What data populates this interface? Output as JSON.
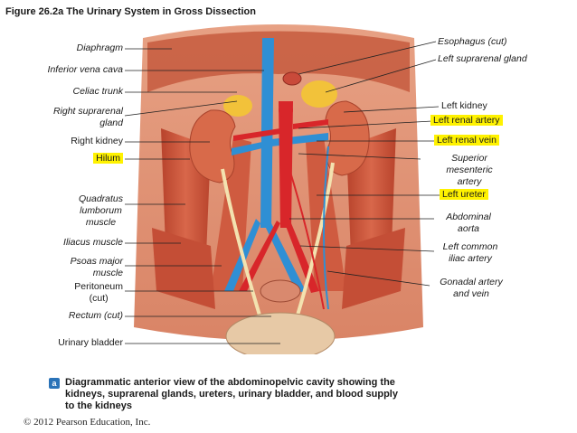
{
  "figure_title": "Figure 26.2a  The Urinary System in Gross Dissection",
  "labels_left": {
    "diaphragm": "Diaphragm",
    "inferior_vena_cava": "Inferior vena cava",
    "celiac_trunk": "Celiac trunk",
    "right_suprarenal_gland_1": "Right suprarenal",
    "right_suprarenal_gland_2": "gland",
    "right_kidney": "Right kidney",
    "hilum": "Hilum",
    "quadratus_1": "Quadratus",
    "quadratus_2": "lumborum",
    "quadratus_3": "muscle",
    "iliacus_muscle": "Iliacus muscle",
    "psoas_1": "Psoas major",
    "psoas_2": "muscle",
    "peritoneum_1": "Peritoneum",
    "peritoneum_2": "(cut)",
    "rectum": "Rectum (cut)",
    "urinary_bladder": "Urinary bladder"
  },
  "labels_right": {
    "esophagus": "Esophagus (cut)",
    "left_suprarenal_gland": "Left suprarenal gland",
    "left_kidney": "Left kidney",
    "left_renal_artery": "Left renal artery",
    "left_renal_vein": "Left renal vein",
    "superior_mesenteric_1": "Superior",
    "superior_mesenteric_2": "mesenteric",
    "superior_mesenteric_3": "artery",
    "left_ureter": "Left ureter",
    "abdominal_aorta_1": "Abdominal",
    "abdominal_aorta_2": "aorta",
    "left_common_iliac_1": "Left common",
    "left_common_iliac_2": "iliac artery",
    "gonadal_1": "Gonadal artery",
    "gonadal_2": "and vein"
  },
  "caption_badge": "a",
  "caption": "Diagrammatic anterior view of the abdominopelvic cavity showing the kidneys, suprarenal glands, ureters, urinary bladder, and blood supply to the kidneys",
  "copyright": "© 2012 Pearson Education, Inc.",
  "colors": {
    "highlight": "#fff200",
    "artery": "#d8262a",
    "vein": "#2f8fd4",
    "muscle": "#c8533a",
    "kidney": "#d86a4a",
    "gland": "#f2c23a"
  }
}
